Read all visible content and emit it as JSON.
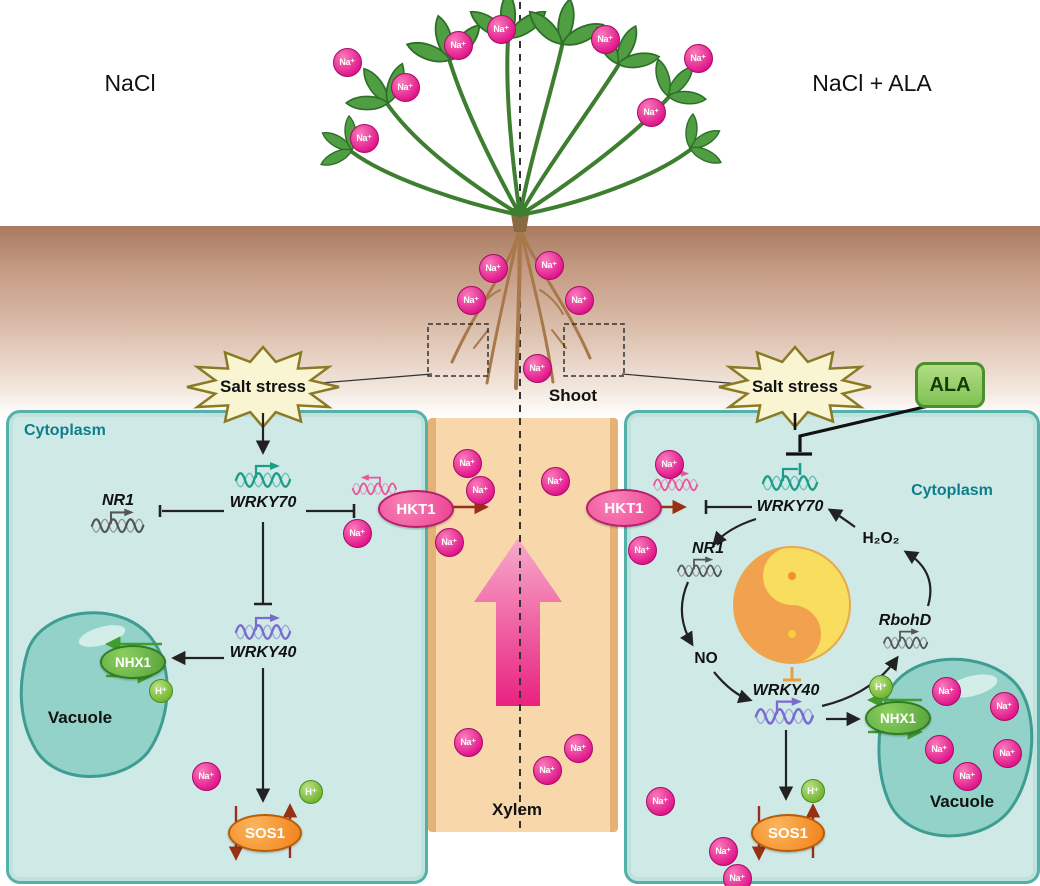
{
  "title_left": "NaCl",
  "title_right": "NaCl + ALA",
  "labels": {
    "salt_stress": "Salt stress",
    "ala": "ALA",
    "cytoplasm": "Cytoplasm",
    "vacuole": "Vacuole",
    "shoot": "Shoot",
    "xylem": "Xylem"
  },
  "genes": {
    "wrky70": "WRKY70",
    "wrky40": "WRKY40",
    "nr1": "NR1",
    "rbohd": "RbohD"
  },
  "molecules": {
    "h2o2": "H₂O₂",
    "no": "NO"
  },
  "transporters": {
    "hkt1": "HKT1",
    "nhx1": "NHX1",
    "sos1": "SOS1"
  },
  "ions": {
    "na": "Na⁺",
    "h": "H⁺"
  },
  "colors": {
    "cell_fill": "#cfeae6",
    "cell_border": "#54b0a8",
    "xylem_fill": "#f8d7ab",
    "xylem_border": "#e6b176",
    "na_ion": "#e0138a",
    "h_ion": "#72b52e",
    "hkt1": "#ec3e90",
    "nhx1": "#55a13c",
    "sos1": "#f08018",
    "ala": "#7fc253",
    "starburst_fill": "#f9f4d2",
    "starburst_border": "#8a7a24",
    "wrky70_gene": "#1d9c8c",
    "wrky40_gene": "#7a6bd0",
    "hkt1_gene": "#e8559b",
    "yin_orange": "#f2a24e",
    "yang_yellow": "#f8dd5f",
    "xylem_arrow": "#e8187f"
  }
}
